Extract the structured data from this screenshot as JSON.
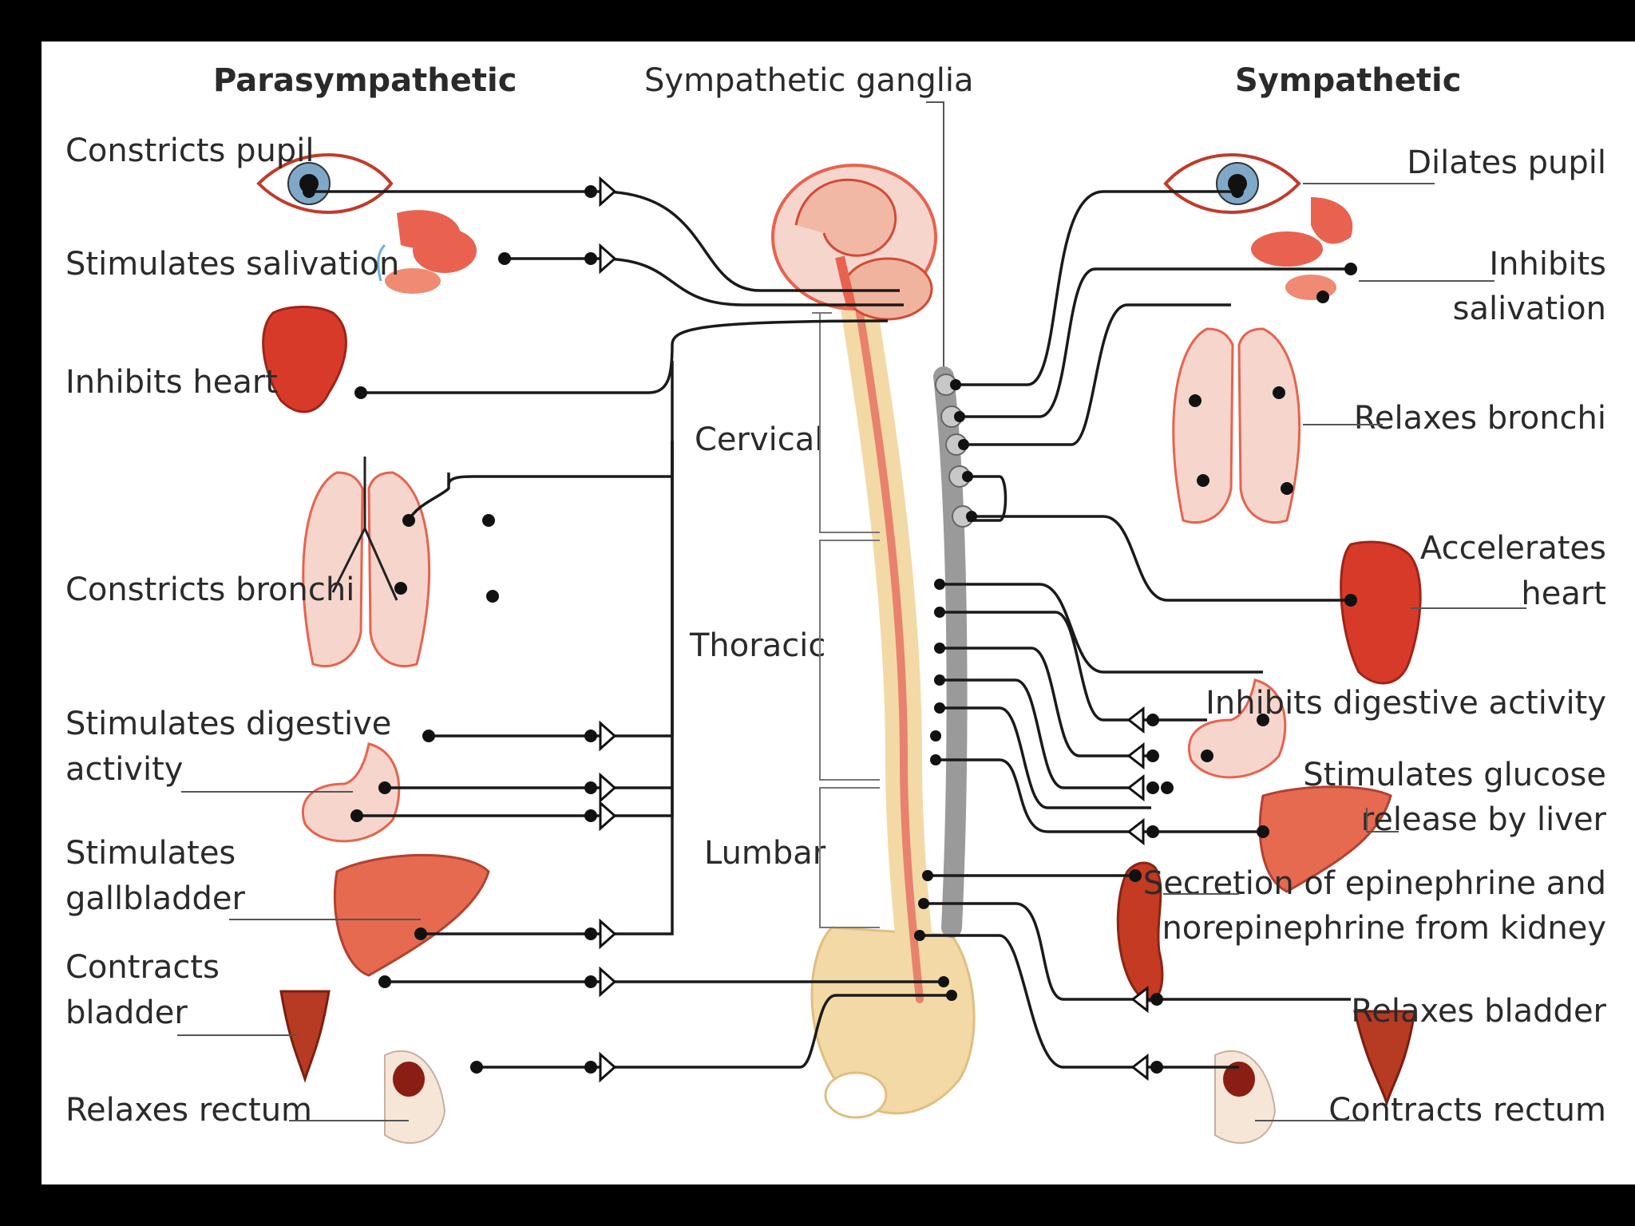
{
  "headers": {
    "parasympathetic": "Parasympathetic",
    "sympathetic": "Sympathetic",
    "ganglia": "Sympathetic ganglia"
  },
  "regions": {
    "cervical": "Cervical",
    "thoracic": "Thoracic",
    "lumbar": "Lumbar"
  },
  "parasympathetic": {
    "constricts_pupil": "Constricts pupil",
    "stimulates_salivation": "Stimulates salivation",
    "inhibits_heart": "Inhibits heart",
    "constricts_bronchi": "Constricts bronchi",
    "stimulates_digestive_1": "Stimulates digestive",
    "stimulates_digestive_2": "activity",
    "stimulates_gallbladder_1": "Stimulates",
    "stimulates_gallbladder_2": "gallbladder",
    "contracts_bladder_1": "Contracts",
    "contracts_bladder_2": "bladder",
    "relaxes_rectum": "Relaxes rectum"
  },
  "sympathetic": {
    "dilates_pupil": "Dilates pupil",
    "inhibits_salivation_1": "Inhibits",
    "inhibits_salivation_2": "salivation",
    "relaxes_bronchi": "Relaxes bronchi",
    "accelerates_heart_1": "Accelerates",
    "accelerates_heart_2": "heart",
    "inhibits_digestive": "Inhibits digestive activity",
    "stimulates_glucose_1": "Stimulates glucose",
    "stimulates_glucose_2": "release by liver",
    "secretion_1": "Secretion of epinephrine and",
    "secretion_2": "norepinephrine from kidney",
    "relaxes_bladder": "Relaxes bladder",
    "contracts_rectum": "Contracts rectum"
  },
  "colors": {
    "organ": "#e8624f",
    "organ_light": "#f6d6cc",
    "spine": "#f3d9a6",
    "cord": "#e8826c",
    "ganglia": "#9a9a9a",
    "nerve": "#1a1a1a"
  }
}
